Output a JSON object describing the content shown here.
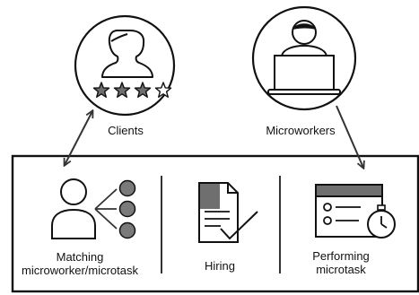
{
  "actors": {
    "clients": {
      "label": "Clients",
      "rating": {
        "filled": 3,
        "total": 4
      }
    },
    "microworkers": {
      "label": "Microworkers"
    }
  },
  "steps": [
    {
      "id": "matching",
      "label": "Matching microworker/microtask"
    },
    {
      "id": "hiring",
      "label": "Hiring"
    },
    {
      "id": "performing",
      "label": "Performing microtask"
    }
  ]
}
